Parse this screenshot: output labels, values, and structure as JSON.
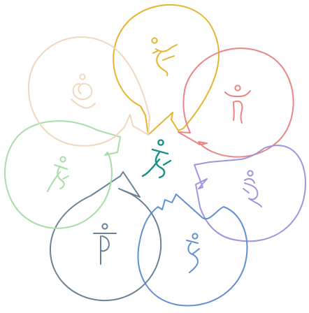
{
  "center": {
    "icon": "dancing-figure-icon",
    "color": "#1a8e86"
  },
  "petals": [
    {
      "id": "top",
      "icon": "leaping-figure-icon",
      "color": "#e7b431",
      "opacity": 1.0
    },
    {
      "id": "top-right",
      "icon": "cheering-figure-icon",
      "color": "#ea8585",
      "opacity": 1.0
    },
    {
      "id": "right",
      "icon": "bowing-figure-icon",
      "color": "#9e95df",
      "opacity": 1.0
    },
    {
      "id": "bottom-right",
      "icon": "walking-figure-icon",
      "color": "#5f8fd3",
      "opacity": 1.0
    },
    {
      "id": "bottom",
      "icon": "standing-figure-icon",
      "color": "#6a8298",
      "opacity": 1.0
    },
    {
      "id": "left",
      "icon": "running-figure-icon",
      "color": "#a6dea6",
      "opacity": 1.0
    },
    {
      "id": "top-left",
      "icon": "meditating-figure-icon",
      "color": "#efd8bf",
      "opacity": 1.0
    }
  ]
}
